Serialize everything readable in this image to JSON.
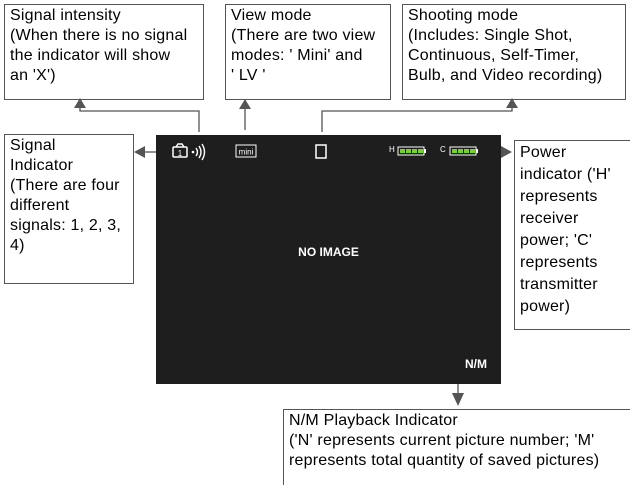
{
  "callouts": {
    "signal_intensity": {
      "title": "Signal intensity",
      "lines": [
        "(When there is no signal",
        "the indicator will show",
        "an 'X')"
      ]
    },
    "view_mode": {
      "title": "View  mode",
      "lines": [
        "(There are two view",
        "modes: ' Mini'  and",
        "' LV '"
      ]
    },
    "shooting_mode": {
      "title": "Shooting mode",
      "lines": [
        "(Includes: Single Shot,",
        "Continuous, Self-Timer,",
        "Bulb, and Video recording)"
      ]
    },
    "signal_indicator": {
      "title": "Signal",
      "lines": [
        "Indicator",
        "(There are four",
        "different",
        "signals: 1, 2, 3,",
        "4)"
      ]
    },
    "power_indicator": {
      "title": "Power",
      "lines": [
        "indicator ('H'",
        "represents",
        "receiver",
        "power; 'C'",
        "represents",
        "transmitter",
        "power)"
      ]
    },
    "playback_indicator": {
      "title": "N/M Playback Indicator",
      "lines": [
        "('N' represents current picture number; 'M'",
        "represents total quantity of saved pictures)"
      ]
    }
  },
  "screen": {
    "channel_number": "1",
    "view_mode_icon_text": "mini",
    "receiver_battery_label": "H",
    "transmitter_battery_label": "C",
    "center_text": "NO IMAGE",
    "playback_text": "N/M"
  },
  "colors": {
    "screen_background": "#1e1e1e",
    "battery_fill": "#7bd12c",
    "arrow": "#555555",
    "icon": "#ffffff"
  }
}
